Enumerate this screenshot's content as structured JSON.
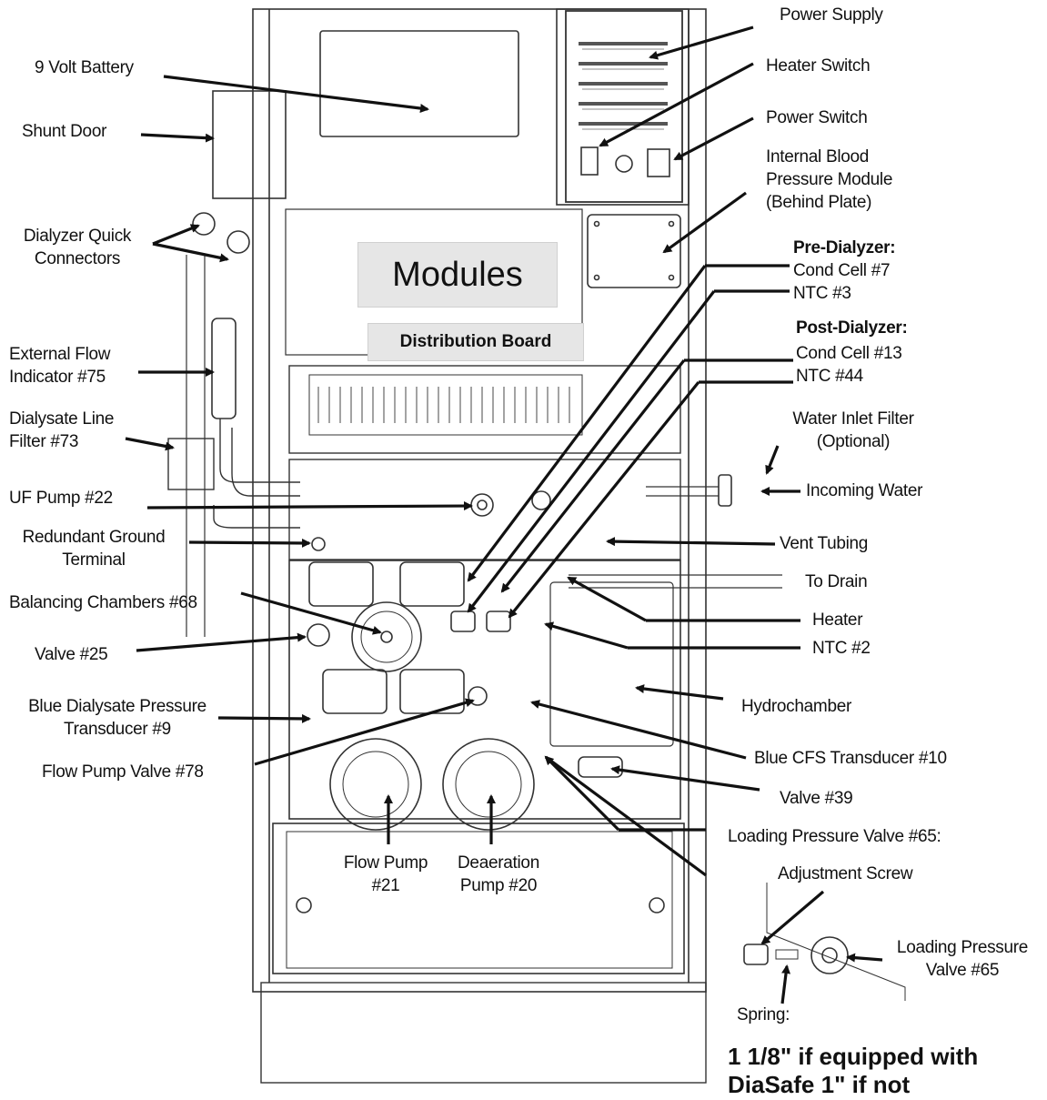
{
  "figure": {
    "labels": {
      "power_supply": "Power Supply",
      "heater_switch": "Heater Switch",
      "power_switch": "Power Switch",
      "internal_bp_module": [
        "Internal Blood",
        "Pressure Module",
        "(Behind Plate)"
      ],
      "battery": "9  Volt Battery",
      "shunt_door": "Shunt Door",
      "dialyzer_quick_connectors": [
        "Dialyzer Quick",
        "Connectors"
      ],
      "external_flow_indicator": [
        "External Flow",
        "Indicator #75"
      ],
      "dialysate_line_filter": [
        "Dialysate Line",
        "Filter #73"
      ],
      "uf_pump": "UF Pump #22",
      "redundant_ground_terminal": [
        "Redundant Ground",
        "Terminal"
      ],
      "balancing_chambers": "Balancing Chambers #68",
      "valve_25": "Valve #25",
      "blue_dialysate_pressure_transducer": [
        "Blue Dialysate Pressure",
        "Transducer #9"
      ],
      "flow_pump_valve": "Flow Pump Valve #78",
      "pre_dialyzer_heading": "Pre-Dialyzer:",
      "pre_cond_cell": "Cond Cell #7",
      "pre_ntc": "NTC #3",
      "post_dialyzer_heading": "Post-Dialyzer:",
      "post_cond_cell": "Cond Cell #13",
      "post_ntc": "NTC #44",
      "water_inlet_filter": [
        "Water Inlet Filter",
        "(Optional)"
      ],
      "incoming_water": "Incoming Water",
      "vent_tubing": "Vent Tubing",
      "to_drain": "To Drain",
      "heater": "Heater",
      "ntc_2": "NTC #2",
      "hydrochamber": "Hydrochamber",
      "blue_cfs_transducer": "Blue CFS Transducer #10",
      "valve_39": "Valve #39",
      "loading_pressure_valve_heading": "Loading Pressure Valve #65:",
      "adjustment_screw": "Adjustment Screw",
      "loading_pressure_valve": [
        "Loading Pressure",
        "Valve #65"
      ],
      "spring": "Spring:",
      "flow_pump": [
        "Flow Pump",
        "#21"
      ],
      "deaeration_pump": [
        "Deaeration",
        "Pump #20"
      ],
      "modules": "Modules",
      "distribution_board": "Distribution  Board",
      "spring_size_note": [
        "1 1/8\"  if  equipped with",
        "DiaSafe  1\" if not"
      ]
    }
  }
}
